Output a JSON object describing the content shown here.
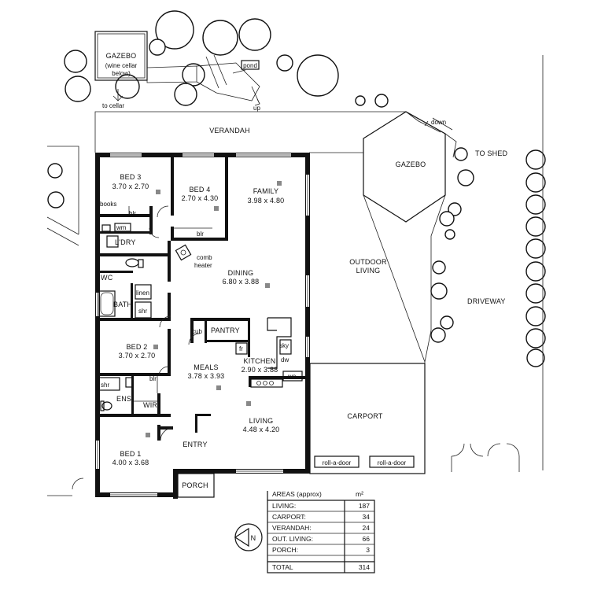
{
  "rooms": {
    "bed3": {
      "name": "BED 3",
      "dims": "3.70 x 2.70"
    },
    "bed4": {
      "name": "BED 4",
      "dims": "2.70 x 4.30"
    },
    "family": {
      "name": "FAMILY",
      "dims": "3.98 x 4.80"
    },
    "dining": {
      "name": "DINING",
      "dims": "6.80 x 3.88"
    },
    "bed2": {
      "name": "BED 2",
      "dims": "3.70 x 2.70"
    },
    "meals": {
      "name": "MEALS",
      "dims": "3.78 x 3.93"
    },
    "kitchen": {
      "name": "KITCHEN",
      "dims": "2.90 x 3.88"
    },
    "living": {
      "name": "LIVING",
      "dims": "4.48 x 4.20"
    },
    "bed1": {
      "name": "BED 1",
      "dims": "4.00 x 3.68"
    }
  },
  "labels": {
    "gazebo_top": "GAZEBO",
    "wine_cellar_1": "(wine cellar",
    "wine_cellar_2": "below)",
    "pond": "pond",
    "to_cellar": "to cellar",
    "up": "up",
    "verandah": "VERANDAH",
    "gazebo": "GAZEBO",
    "down": "down",
    "to_shed": "TO SHED",
    "outdoor_1": "OUTDOOR",
    "outdoor_2": "LIVING",
    "driveway": "DRIVEWAY",
    "carport": "CARPORT",
    "roll_a_door": "roll-a-door",
    "porch": "PORCH",
    "entry": "ENTRY",
    "books": "books",
    "blr": "blr",
    "wm": "wm",
    "ldry": "L'DRY",
    "wc": "WC",
    "bath": "BATH",
    "linen": "linen",
    "shr": "shr",
    "comb_1": "comb",
    "comb_2": "heater",
    "pantry": "PANTRY",
    "cub": "cub",
    "fr": "fr",
    "sky": "sky",
    "dw": "dw",
    "wo": "wo",
    "ens": "ENS",
    "wir": "WIR"
  },
  "areas": {
    "title": "AREAS (approx)",
    "unit": "m²",
    "rows": [
      {
        "label": "LIVING:",
        "value": "187"
      },
      {
        "label": "CARPORT:",
        "value": "34"
      },
      {
        "label": "VERANDAH:",
        "value": "24"
      },
      {
        "label": "OUT. LIVING:",
        "value": "66"
      },
      {
        "label": "PORCH:",
        "value": "3"
      }
    ],
    "total_label": "TOTAL",
    "total_value": "314"
  },
  "compass": {
    "letter": "N"
  }
}
